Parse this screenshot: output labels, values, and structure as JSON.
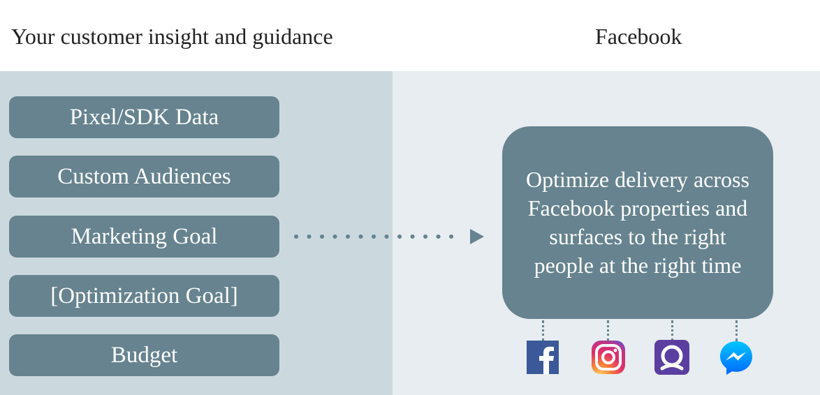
{
  "headings": {
    "left": "Your customer insight and guidance",
    "right": "Facebook"
  },
  "inputs": [
    {
      "label": "Pixel/SDK Data"
    },
    {
      "label": "Custom Audiences"
    },
    {
      "label": "Marketing Goal"
    },
    {
      "label": "[Optimization Goal]"
    },
    {
      "label": "Budget"
    }
  ],
  "output": {
    "text": "Optimize delivery across Facebook properties and surfaces to the right people at the right time"
  },
  "platforms": [
    {
      "icon": "facebook-icon",
      "color": "#3b5998"
    },
    {
      "icon": "instagram-icon",
      "color": "#c13584"
    },
    {
      "icon": "portal-icon",
      "color": "#5b3fa0"
    },
    {
      "icon": "messenger-icon",
      "color": "#0084ff"
    }
  ],
  "colors": {
    "box": "#66838f",
    "left_panel": "#cbd9df",
    "right_panel": "#e7edf0",
    "arrow": "#66838f"
  }
}
